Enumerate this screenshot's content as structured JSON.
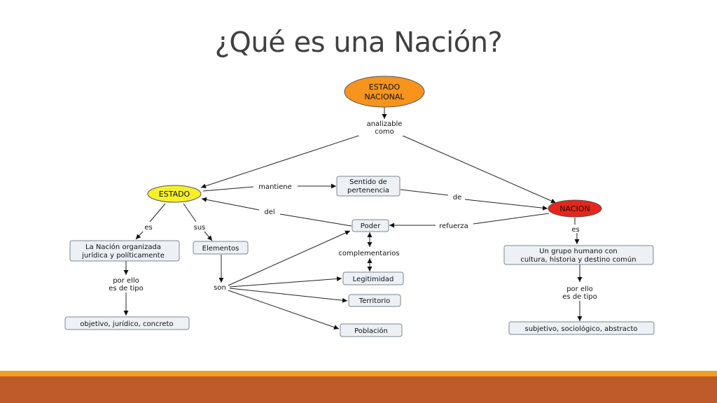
{
  "title": "¿Qué es una Nación?",
  "colors": {
    "estado_nacional": "#f7941d",
    "estado": "#f5f02a",
    "nacion": "#e8251b",
    "footer_top": "#f0a020",
    "footer_bottom": "#bf5a2a"
  },
  "nodes": {
    "estado_nacional": [
      "ESTADO",
      "NACIONAL"
    ],
    "estado": "ESTADO",
    "nacion": "NACION",
    "sentido": [
      "Sentido de",
      "pertenencia"
    ],
    "poder": "Poder",
    "nacion_organizada": [
      "La Nación organizada",
      "jurídica y políticamente"
    ],
    "elementos": "Elementos",
    "legitimidad": "Legitimidad",
    "territorio": "Territorio",
    "poblacion": "Población",
    "objetivo": "objetivo, jurídico, concreto",
    "grupo_humano": [
      "Un grupo humano con",
      "cultura, historia y destino común"
    ],
    "subjetivo": "subjetivo, sociológico, abstracto"
  },
  "labels": {
    "analizable": [
      "analizable",
      "como"
    ],
    "mantiene": "mantiene",
    "de": "de",
    "del": "del",
    "refuerza": "refuerza",
    "es_left": "es",
    "sus": "sus",
    "complementarios": "complementarios",
    "por_ello_left": [
      "por ello",
      "es de tipo"
    ],
    "son": "son",
    "es_right": "es",
    "por_ello_right": [
      "por ello",
      "es de tipo"
    ]
  }
}
